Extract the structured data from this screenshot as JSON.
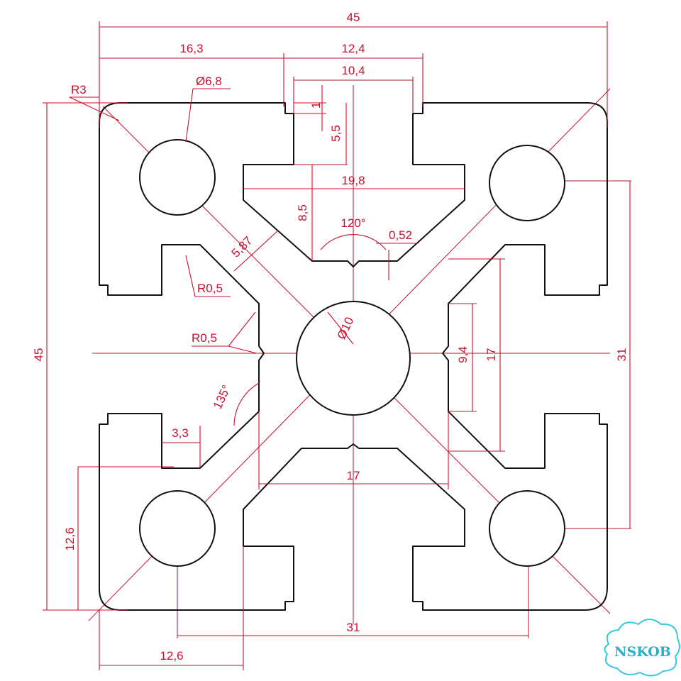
{
  "drawing": {
    "colors": {
      "dimension": "#c8102e",
      "outline": "#111111",
      "logo": "#2aaecb"
    },
    "dimensions": {
      "overall_width": "45",
      "overall_height": "45",
      "left_offset": "16,3",
      "slot_outer": "12,4",
      "slot_inner": "10,4",
      "corner_radius": "R3",
      "hole_dia": "Ø6,8",
      "lip": "1",
      "lip_depth": "5,5",
      "slot_width": "19,8",
      "slot_depth": "8,5",
      "v_angle": "120°",
      "v_offset": "0,52",
      "diag": "5,87",
      "r_small_1": "R0,5",
      "r_small_2": "R0,5",
      "core_dia": "Ø10",
      "core_flat": "9,4",
      "core_width_v": "17",
      "hole_pitch_v": "31",
      "angle_135": "135°",
      "slot_gap": "3,3",
      "hole_offset_v": "12,6",
      "core_width_h": "17",
      "hole_pitch_h": "31",
      "hole_offset_h": "12,6"
    },
    "logo": {
      "text": "NSKOB",
      "icon": "cloud-badge-icon"
    }
  }
}
